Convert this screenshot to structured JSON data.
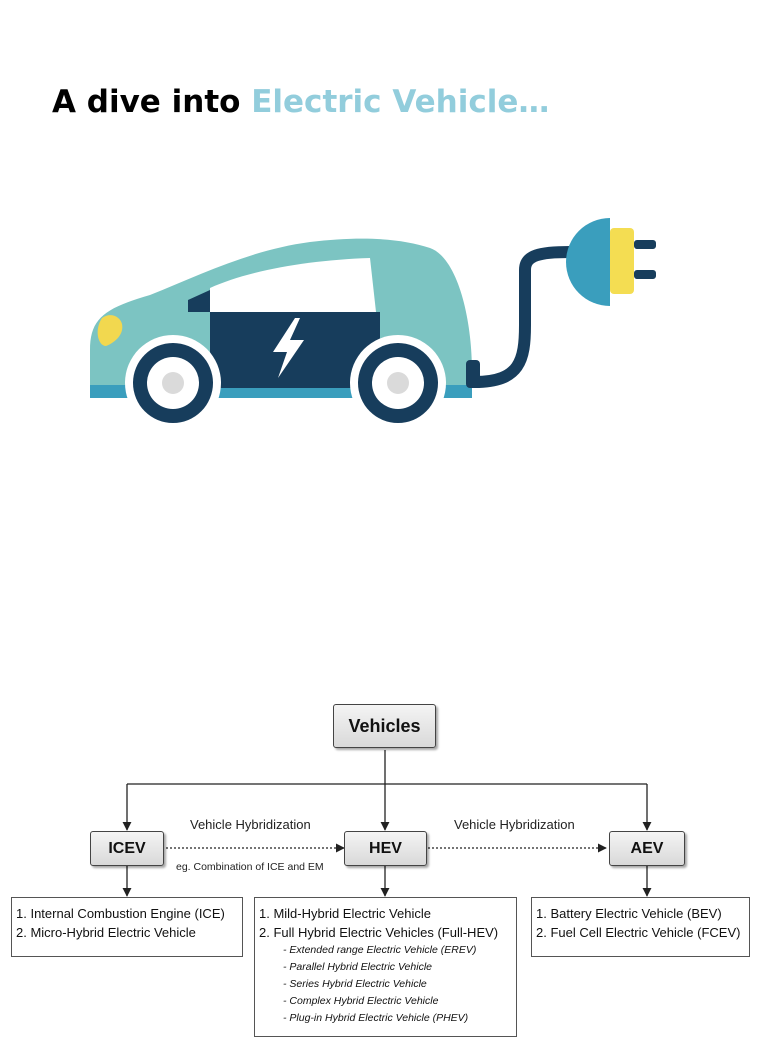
{
  "header": {
    "title_prefix": "A dive into",
    "title_accent": "Electric Vehicle…"
  },
  "illustration": {
    "icon": "electric-car-with-plug-icon",
    "colors": {
      "body": "#7cc4c2",
      "dark": "#173d5c",
      "blue": "#3a9ebd",
      "yellow": "#f4dd52",
      "headlight": "#f2d84f"
    }
  },
  "diagram": {
    "root": "Vehicles",
    "nodes": {
      "icev": "ICEV",
      "hev": "HEV",
      "aev": "AEV"
    },
    "edge_labels": {
      "icev_hev": "Vehicle Hybridization",
      "icev_hev_note": "eg. Combination of ICE and EM",
      "hev_aev": "Vehicle Hybridization"
    },
    "icev_list": [
      "1. Internal Combustion Engine (ICE)",
      "2. Micro-Hybrid Electric Vehicle"
    ],
    "hev_list": [
      "1. Mild-Hybrid Electric Vehicle",
      "2. Full Hybrid Electric Vehicles (Full-HEV)"
    ],
    "hev_sublist": [
      "- Extended range Electric Vehicle (EREV)",
      "- Parallel Hybrid Electric Vehicle",
      "- Series Hybrid Electric Vehicle",
      "- Complex Hybrid Electric Vehicle",
      "- Plug-in Hybrid Electric Vehicle (PHEV)"
    ],
    "aev_list": [
      "1. Battery Electric Vehicle (BEV)",
      "2. Fuel Cell Electric Vehicle (FCEV)"
    ]
  }
}
